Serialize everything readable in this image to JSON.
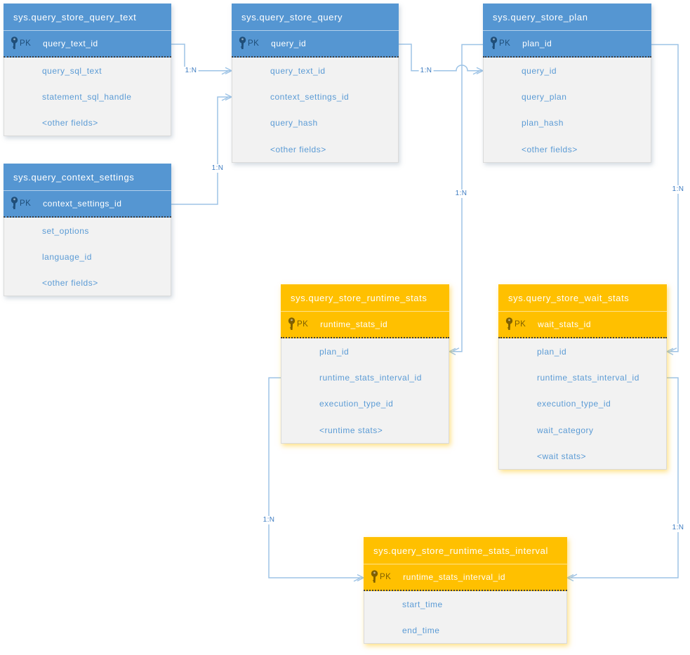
{
  "diagram": {
    "kind": "entity-relationship-diagram",
    "tables": [
      {
        "id": "query_store_query_text",
        "name": "sys.query_store_query_text",
        "theme": "blue",
        "pk_label": "PK",
        "pk_field": "query_text_id",
        "fields": [
          "query_sql_text",
          "statement_sql_handle",
          "<other fields>"
        ]
      },
      {
        "id": "query_store_query",
        "name": "sys.query_store_query",
        "theme": "blue",
        "pk_label": "PK",
        "pk_field": "query_id",
        "fields": [
          "query_text_id",
          "context_settings_id",
          "query_hash",
          "<other fields>"
        ]
      },
      {
        "id": "query_store_plan",
        "name": "sys.query_store_plan",
        "theme": "blue",
        "pk_label": "PK",
        "pk_field": "plan_id",
        "fields": [
          "query_id",
          "query_plan",
          "plan_hash",
          "<other fields>"
        ]
      },
      {
        "id": "query_context_settings",
        "name": "sys.query_context_settings",
        "theme": "blue",
        "pk_label": "PK",
        "pk_field": "context_settings_id",
        "fields": [
          "set_options",
          "language_id",
          "<other fields>"
        ]
      },
      {
        "id": "query_store_runtime_stats",
        "name": "sys.query_store_runtime_stats",
        "theme": "orange",
        "pk_label": "PK",
        "pk_field": "runtime_stats_id",
        "fields": [
          "plan_id",
          "runtime_stats_interval_id",
          "execution_type_id",
          "<runtime stats>"
        ]
      },
      {
        "id": "query_store_wait_stats",
        "name": "sys.query_store_wait_stats",
        "theme": "orange",
        "pk_label": "PK",
        "pk_field": "wait_stats_id",
        "fields": [
          "plan_id",
          "runtime_stats_interval_id",
          "execution_type_id",
          "wait_category",
          "<wait stats>"
        ]
      },
      {
        "id": "query_store_runtime_stats_interval",
        "name": "sys.query_store_runtime_stats_interval",
        "theme": "orange",
        "pk_label": "PK",
        "pk_field": "runtime_stats_interval_id",
        "fields": [
          "start_time",
          "end_time"
        ]
      }
    ],
    "relationships": [
      {
        "label": "1:N",
        "from": "query_store_query_text.query_text_id",
        "to": "query_store_query.query_text_id"
      },
      {
        "label": "1:N",
        "from": "query_context_settings.context_settings_id",
        "to": "query_store_query.context_settings_id"
      },
      {
        "label": "1:N",
        "from": "query_store_query.query_id",
        "to": "query_store_plan.query_id"
      },
      {
        "label": "1:N",
        "from": "query_store_plan.plan_id",
        "to": "query_store_runtime_stats.plan_id"
      },
      {
        "label": "1:N",
        "from": "query_store_plan.plan_id",
        "to": "query_store_wait_stats.plan_id"
      },
      {
        "label": "1:N",
        "from": "query_store_runtime_stats.runtime_stats_interval_id",
        "to": "query_store_runtime_stats_interval.runtime_stats_interval_id"
      },
      {
        "label": "1:N",
        "from": "query_store_wait_stats.runtime_stats_interval_id",
        "to": "query_store_runtime_stats_interval.runtime_stats_interval_id"
      }
    ],
    "icons": {
      "pk_icon": "key-icon"
    },
    "colors": {
      "blue_header": "#5596D2",
      "blue_pk_accent": "#1F4E79",
      "orange_header": "#FFC000",
      "orange_pk_accent": "#7F6000",
      "body_background": "#F2F2F2",
      "field_text": "#5B9BD5",
      "connector": "#9DC3E6",
      "relationship_label_text": "#3E7CC1"
    }
  }
}
